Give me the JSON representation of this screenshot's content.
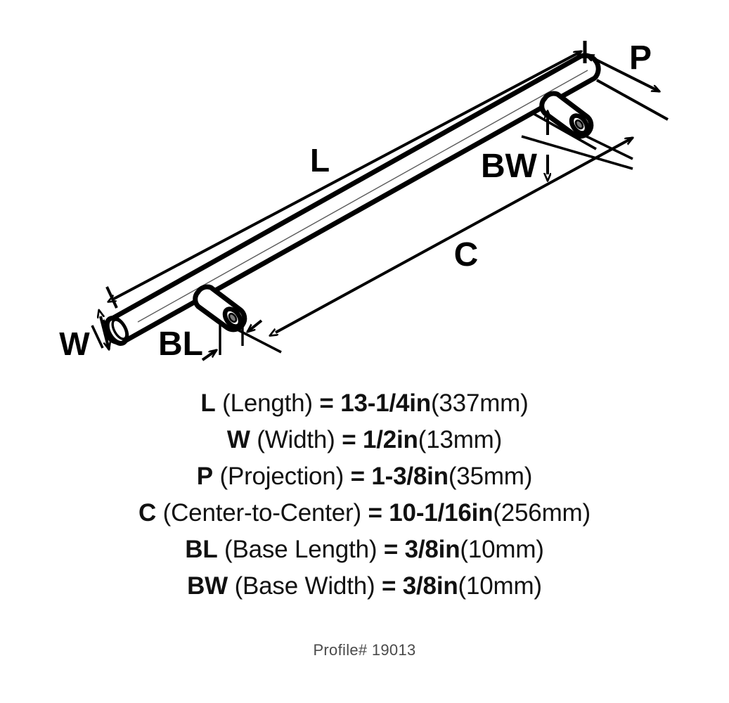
{
  "drawing": {
    "title": "Bar pull isometric dimensional drawing",
    "line_color": "#000000",
    "background": "#ffffff",
    "callouts": [
      {
        "key": "L",
        "label": "L",
        "description": "overall length dimension, line above and parallel to the bar"
      },
      {
        "key": "W",
        "label": "W",
        "description": "bar diameter/width at the open left tube end"
      },
      {
        "key": "P",
        "label": "P",
        "description": "projection from mounting surface to bar, upper right"
      },
      {
        "key": "C",
        "label": "C",
        "description": "center-to-center between the two posts, lower diagonal"
      },
      {
        "key": "BL",
        "label": "BL",
        "description": "base length of the post, lower left"
      },
      {
        "key": "BW",
        "label": "BW",
        "description": "base width of the post, right of center"
      }
    ]
  },
  "specs": [
    {
      "abbr": "L",
      "name": "(Length)",
      "eq": "=",
      "value": "13-1/4in",
      "metric": "(337mm)"
    },
    {
      "abbr": "W",
      "name": "(Width)",
      "eq": "=",
      "value": "1/2in",
      "metric": "(13mm)"
    },
    {
      "abbr": "P",
      "name": "(Projection)",
      "eq": "=",
      "value": "1-3/8in",
      "metric": "(35mm)"
    },
    {
      "abbr": "C",
      "name": "(Center-to-Center)",
      "eq": "=",
      "value": "10-1/16in",
      "metric": "(256mm)"
    },
    {
      "abbr": "BL",
      "name": "(Base Length)",
      "eq": "=",
      "value": "3/8in",
      "metric": "(10mm)"
    },
    {
      "abbr": "BW",
      "name": "(Base Width)",
      "eq": "=",
      "value": "3/8in",
      "metric": "(10mm)"
    }
  ],
  "profile": {
    "text": "Profile# 19013"
  }
}
